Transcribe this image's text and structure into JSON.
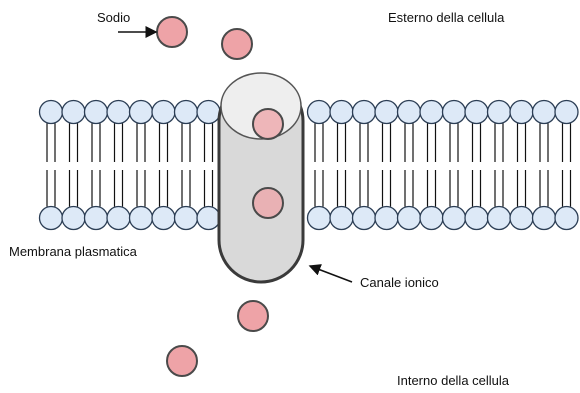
{
  "labels": {
    "sodium": "Sodio",
    "outside": "Esterno della cellula",
    "membrane": "Membrana plasmatica",
    "channel": "Canale ionico",
    "inside": "Interno della cellula"
  },
  "colors": {
    "lipid_head_fill": "#dde9f7",
    "lipid_head_stroke": "#2c3e55",
    "tail_stroke": "#111111",
    "ion_fill": "#eea3a7",
    "ion_stroke": "#4a4a4a",
    "channel_fill": "#d9d9d9",
    "channel_stroke": "#3a3a3a"
  }
}
